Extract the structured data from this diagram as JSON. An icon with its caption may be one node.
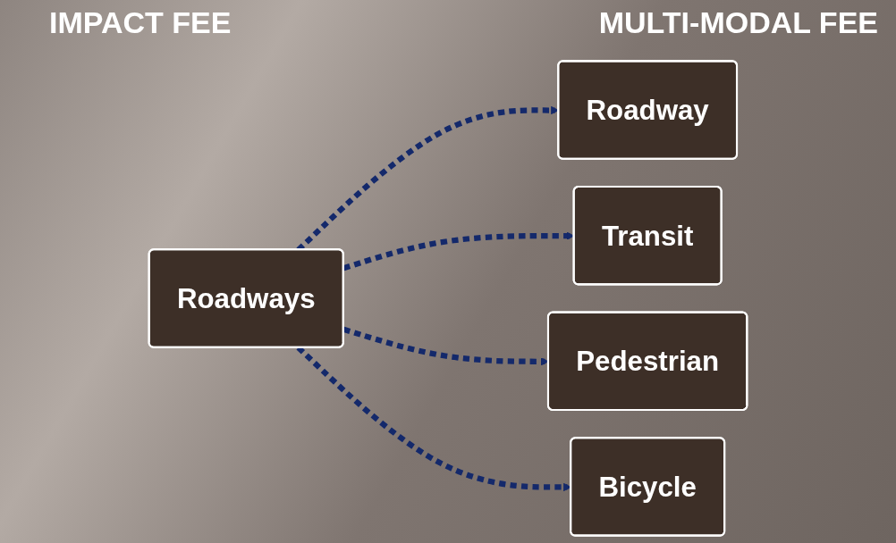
{
  "diagram": {
    "nodes": [
      {
        "text": [
          "Roadways"
        ]
      },
      {
        "text": [
          "Roadway"
        ]
      },
      {
        "text": [
          "Transit"
        ]
      },
      {
        "text": [
          "Pedestrian"
        ]
      },
      {
        "text": [
          "Bicycle"
        ]
      }
    ],
    "edges": [
      {
        "from": 0,
        "to": 1,
        "arrow": "to",
        "style": "dashed"
      },
      {
        "from": 0,
        "to": 2,
        "arrow": "to",
        "style": "dashed"
      },
      {
        "from": 0,
        "to": 3,
        "arrow": "to",
        "style": "dashed"
      },
      {
        "from": 0,
        "to": 4,
        "arrow": "to",
        "style": "dashed"
      }
    ],
    "labels": [
      "IMPACT FEE",
      "MULTI-MODAL FEE"
    ]
  }
}
